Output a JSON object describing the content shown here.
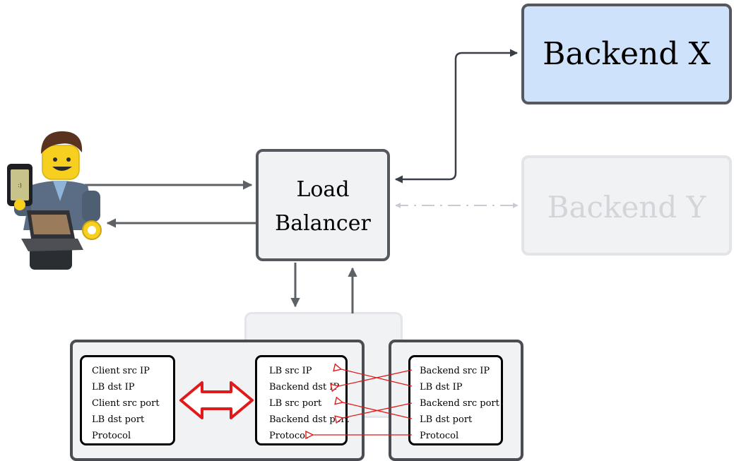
{
  "nodes": {
    "backend_x": "Backend X",
    "backend_y": "Backend Y",
    "load_balancer_line1": "Load",
    "load_balancer_line2": "Balancer"
  },
  "client_tuple": [
    "Client src IP",
    "LB dst IP",
    "Client src port",
    "LB dst port",
    "Protocol"
  ],
  "lb_tuple": [
    "LB src IP",
    "Backend dst IP",
    "LB src port",
    "Backend dst port",
    "Protocol"
  ],
  "backend_tuple": [
    "Backend src IP",
    "LB dst IP",
    "Backend src port",
    "LB dst port",
    "Protocol"
  ],
  "colors": {
    "backend_x_fill": "#cfe2fb",
    "backend_y_fill": "#f1f2f4",
    "lb_fill": "#f1f2f4",
    "mapping_arrow": "#e01a1a",
    "dark_arrow": "#3a3f47",
    "gray_arrow": "#5e6166"
  },
  "icons": [
    "lego-user-with-phone-and-laptop-icon"
  ]
}
